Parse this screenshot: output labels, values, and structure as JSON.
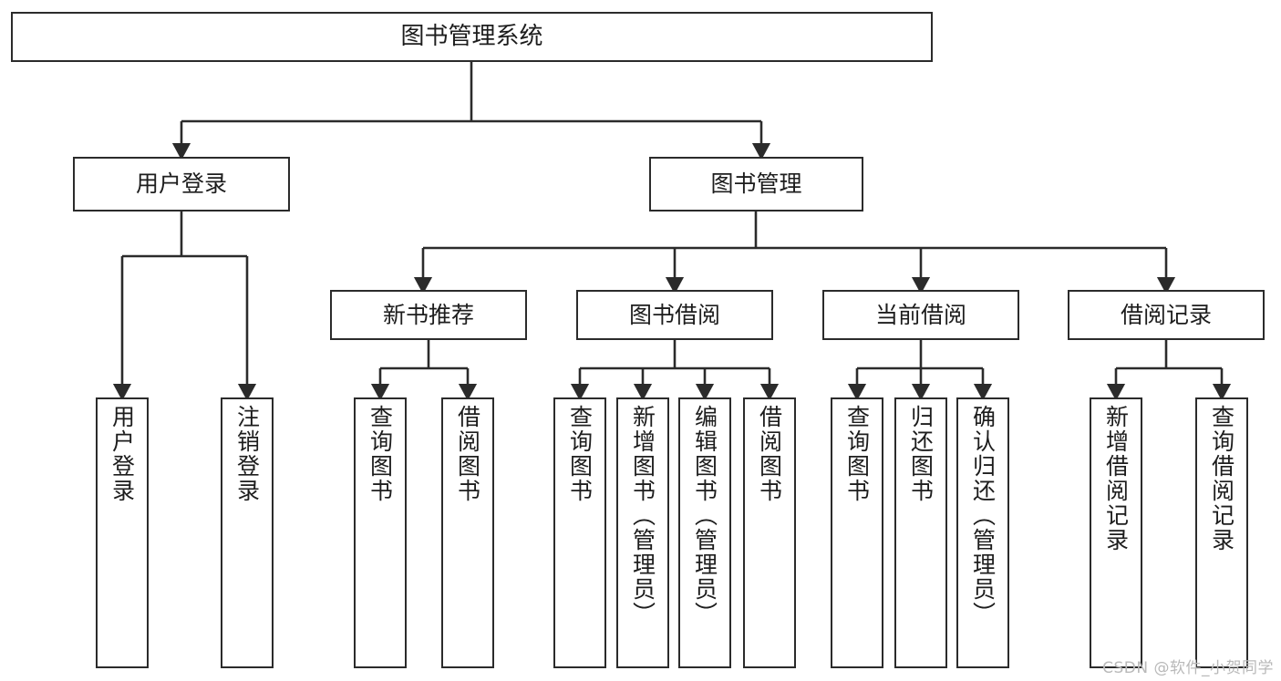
{
  "diagram": {
    "type": "tree",
    "title": "图书管理系统",
    "orientation": "top-down",
    "edge_color": "#2b2b2b",
    "box_border_color": "#2b2b2b",
    "box_fill_color": "#ffffff",
    "text_color": "#1d1d1d"
  },
  "nodes": {
    "root": {
      "label": "图书管理系统"
    },
    "level1": [
      {
        "label": "用户登录"
      },
      {
        "label": "图书管理"
      }
    ],
    "level2": [
      {
        "label": "新书推荐"
      },
      {
        "label": "图书借阅"
      },
      {
        "label": "当前借阅"
      },
      {
        "label": "借阅记录"
      }
    ],
    "leaves": {
      "user_login": [
        {
          "label": "用户登录"
        },
        {
          "label": "注销登录"
        }
      ],
      "new_book_recommend": [
        {
          "label": "查询图书"
        },
        {
          "label": "借阅图书"
        }
      ],
      "book_borrow": [
        {
          "label": "查询图书"
        },
        {
          "label": "新增图书（管理员）"
        },
        {
          "label": "编辑图书（管理员）"
        },
        {
          "label": "借阅图书"
        }
      ],
      "current_borrow": [
        {
          "label": "查询图书"
        },
        {
          "label": "归还图书"
        },
        {
          "label": "确认归还（管理员）"
        }
      ],
      "borrow_record": [
        {
          "label": "新增借阅记录"
        },
        {
          "label": "查询借阅记录"
        }
      ]
    }
  },
  "watermark": {
    "text": "CSDN @软件_小贺同学"
  }
}
